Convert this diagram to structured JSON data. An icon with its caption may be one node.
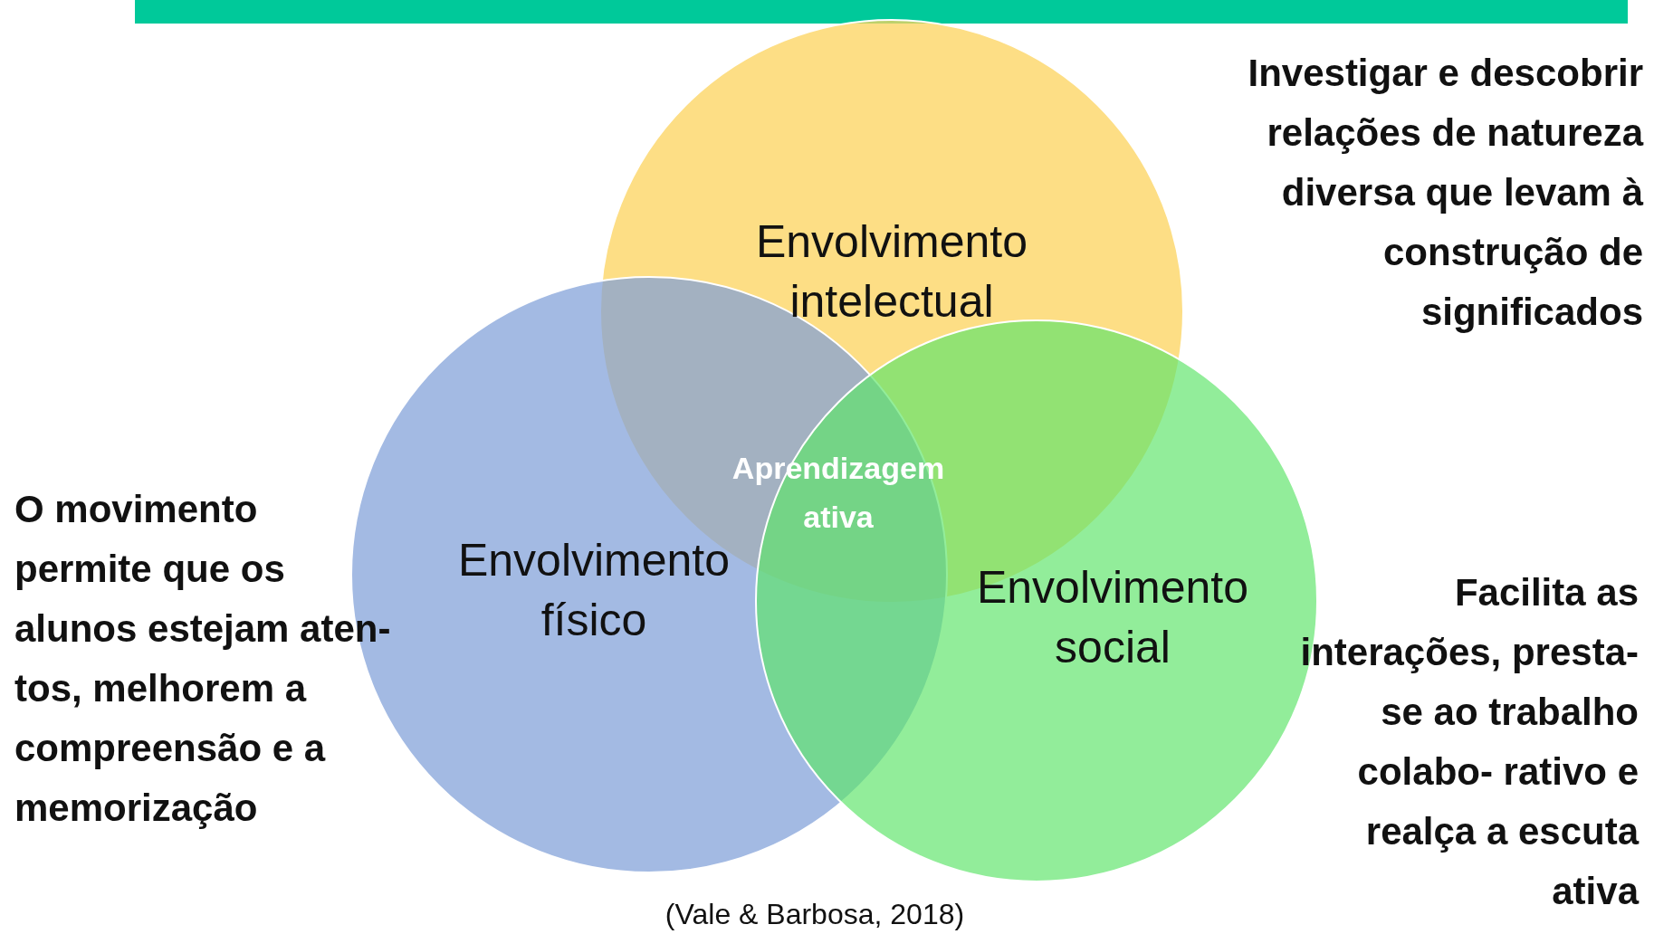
{
  "diagram": {
    "caption": "(Vale & Barbosa, 2018)",
    "nodes": [
      {
        "text": [
          "Envolvimento intelectual"
        ]
      },
      {
        "text": [
          "Envolvimento físico"
        ]
      },
      {
        "text": [
          "Envolvimento social"
        ]
      }
    ],
    "labels": [
      "Investigar e descobrir relações de natureza diversa que levam à construção de significados",
      "Aprendizagem ativa",
      "O movimento permite que os alunos estejam aten- tos, melhorem a compreensão e a memorização",
      "Facilita as interações, presta-se ao trabalho colabo- rativo e realça a escuta ativa"
    ]
  }
}
